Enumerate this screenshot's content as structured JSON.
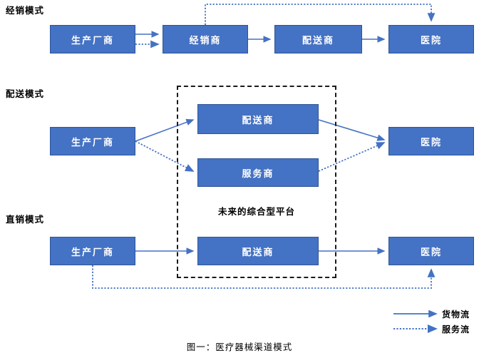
{
  "figure": {
    "caption": "图一：医疗器械渠道模式",
    "platform_label": "未来的综合型平台"
  },
  "sections": [
    {
      "id": "distribution",
      "label": "经销模式"
    },
    {
      "id": "delivery",
      "label": "配送模式"
    },
    {
      "id": "direct",
      "label": "直销模式"
    }
  ],
  "nodes": {
    "row1": [
      {
        "id": "r1-manufacturer",
        "label": "生产厂商"
      },
      {
        "id": "r1-distributor",
        "label": "经销商"
      },
      {
        "id": "r1-deliverer",
        "label": "配送商"
      },
      {
        "id": "r1-hospital",
        "label": "医院"
      }
    ],
    "row2": [
      {
        "id": "r2-manufacturer",
        "label": "生产厂商"
      },
      {
        "id": "r2-deliverer",
        "label": "配送商"
      },
      {
        "id": "r2-service",
        "label": "服务商"
      },
      {
        "id": "r2-hospital",
        "label": "医院"
      }
    ],
    "row3": [
      {
        "id": "r3-manufacturer",
        "label": "生产厂商"
      },
      {
        "id": "r3-deliverer",
        "label": "配送商"
      },
      {
        "id": "r3-hospital",
        "label": "医院"
      }
    ]
  },
  "legend": {
    "items": [
      {
        "id": "goods-flow",
        "label": "货物流",
        "style": "solid",
        "color": "#4472c4"
      },
      {
        "id": "service-flow",
        "label": "服务流",
        "style": "dotted",
        "color": "#4472c4"
      }
    ]
  },
  "colors": {
    "node_fill": "#4472c4",
    "node_border": "#2f5597",
    "arrow": "#4472c4",
    "dashed_container": "#1a1a1a",
    "text_on_node": "#ffffff",
    "label_text": "#000000"
  }
}
